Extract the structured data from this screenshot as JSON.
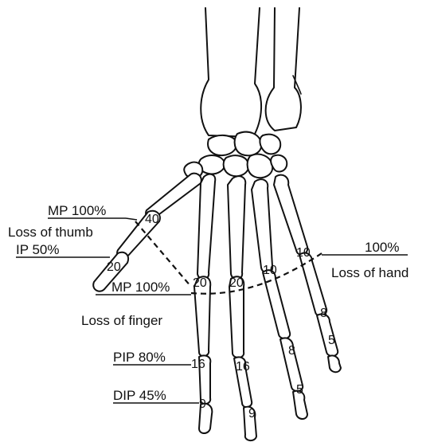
{
  "labels": {
    "thumb_mp": "MP 100%",
    "loss_of_thumb": "Loss of thumb",
    "thumb_ip": "IP 50%",
    "finger_mp": "MP 100%",
    "loss_of_finger": "Loss of finger",
    "pip": "PIP 80%",
    "dip": "DIP 45%",
    "hand_pct": "100%",
    "loss_of_hand": "Loss of hand"
  },
  "values": {
    "thumb_mp": "40",
    "thumb_ip": "20",
    "index_mp": "20",
    "middle_mp": "20",
    "ring_mp": "10",
    "little_mp": "10",
    "index_pip": "16",
    "middle_pip": "16",
    "ring_pip": "8",
    "little_pip": "8",
    "index_dip": "9",
    "middle_dip": "9",
    "ring_dip": "5",
    "little_dip": "5"
  }
}
